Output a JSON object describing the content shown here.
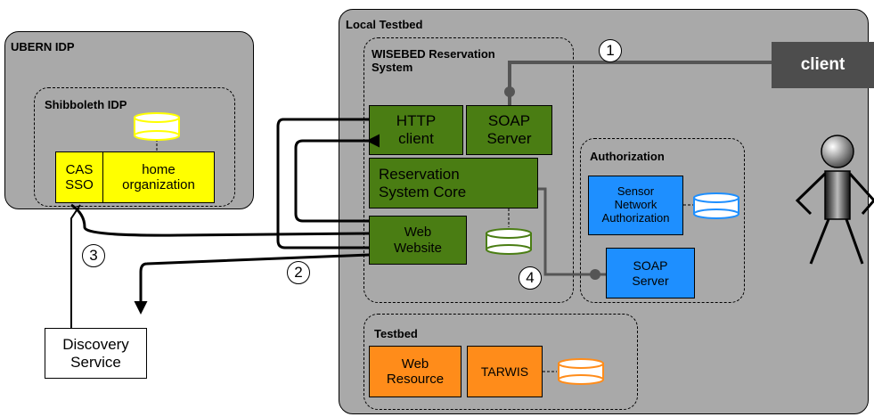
{
  "ubern": {
    "title": "UBERN IDP",
    "shib_title": "Shibboleth IDP",
    "cas_sso": "CAS\nSSO",
    "home_org": "home\norganization"
  },
  "testbed": {
    "title": "Local Testbed",
    "wisebed_title": "WISEBED Reservation\nSystem",
    "http_client": "HTTP\nclient",
    "soap_server": "SOAP\nServer",
    "rs_core": "Reservation\nSystem Core",
    "web_website": "Web\nWebsite",
    "authorization_title": "Authorization",
    "sensor_auth": "Sensor\nNetwork\nAuthorization",
    "auth_soap": "SOAP\nServer",
    "testbed_title": "Testbed",
    "web_resource": "Web\nResource",
    "tarwis": "TARWIS"
  },
  "client_label": "client",
  "discovery": "Discovery\nService",
  "steps": [
    "1",
    "2",
    "3",
    "4"
  ],
  "colors": {
    "container": "#a9a9a9",
    "green": "#4a7d13",
    "yellow": "#ffff00",
    "blue": "#1e8fff",
    "orange": "#ff8c1a",
    "client": "#4d4d4d"
  }
}
